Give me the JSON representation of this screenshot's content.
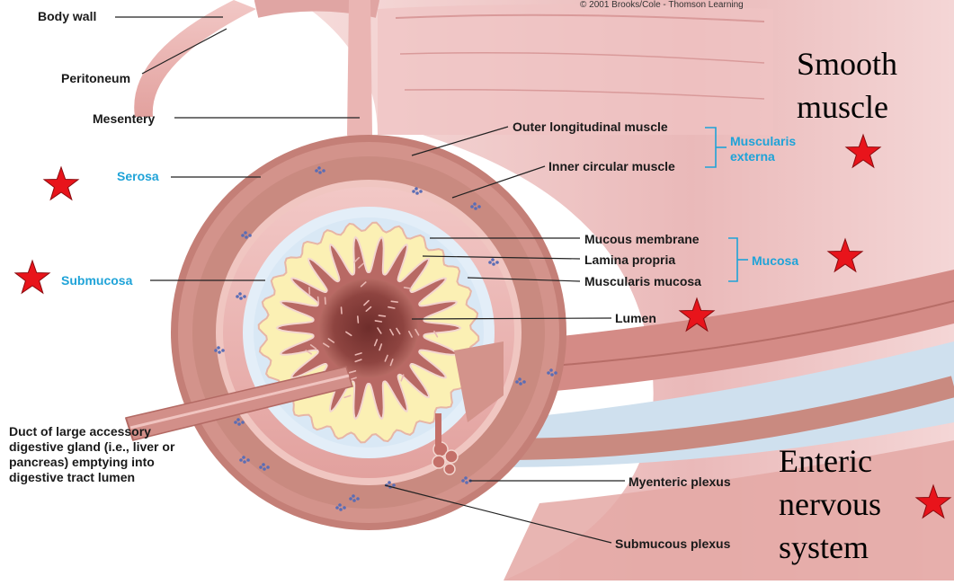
{
  "copyright": "© 2001 Brooks/Cole - Thomson Learning",
  "labels": {
    "body_wall": "Body wall",
    "peritoneum": "Peritoneum",
    "mesentery": "Mesentery",
    "serosa": "Serosa",
    "submucosa": "Submucosa",
    "outer_longitudinal": "Outer longitudinal muscle",
    "inner_circular": "Inner circular muscle",
    "muscularis_externa": "Muscularis externa",
    "mucous_membrane": "Mucous membrane",
    "lamina_propria": "Lamina propria",
    "muscularis_mucosa": "Muscularis mucosa",
    "mucosa": "Mucosa",
    "lumen": "Lumen",
    "duct": "Duct of large accessory digestive gland (i.e., liver or pancreas) emptying into digestive tract lumen",
    "myenteric_plexus": "Myenteric plexus",
    "submucous_plexus": "Submucous plexus"
  },
  "annotations": {
    "smooth_muscle": [
      "Smooth",
      "muscle"
    ],
    "enteric_nervous_system": [
      "Enteric",
      "nervous",
      "system"
    ]
  },
  "colors": {
    "star": "#e8141b",
    "label_blue": "#1fa3d8",
    "muscle": "#c98a80",
    "submucosa": "#e3eef8",
    "mucosa_yellow": "#fbf0b4",
    "lumen_dark": "#8a3f3b"
  }
}
